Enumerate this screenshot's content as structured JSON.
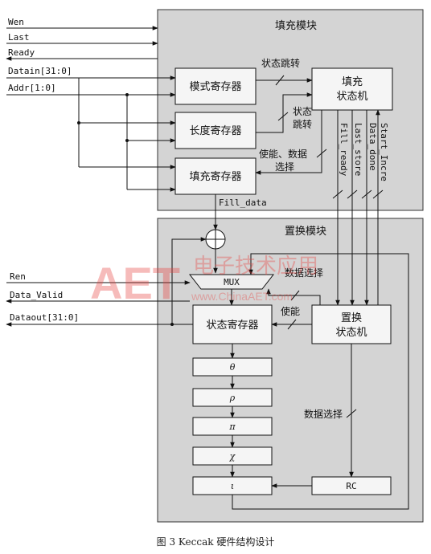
{
  "modules": {
    "fill_title": "填充模块",
    "perm_title": "置换模块"
  },
  "inputs": {
    "wen": "Wen",
    "last": "Last",
    "ready": "Ready",
    "datain": "Datain[31:0]",
    "addr": "Addr[1:0]",
    "ren": "Ren",
    "data_valid": "Data_Valid",
    "dataout": "Dataout[31:0]"
  },
  "fill_blocks": {
    "mode_reg": "模式寄存器",
    "length_reg": "长度寄存器",
    "pad_reg": "填充寄存器",
    "fsm_line1": "填充",
    "fsm_line2": "状态机"
  },
  "perm_blocks": {
    "mux": "MUX",
    "state_reg": "状态寄存器",
    "fsm_line1": "置换",
    "fsm_line2": "状态机",
    "theta": "θ",
    "rho": "ρ",
    "pi": "π",
    "chi": "χ",
    "iota": "ι",
    "rc": "RC"
  },
  "signals": {
    "state_jump": "状态跳转",
    "state_jump_l1": "状态",
    "state_jump_l2": "跳转",
    "enable_select_l1": "使能、数据",
    "enable_select_l2": "选择",
    "fill_data": "Fill_data",
    "fill_ready": "Fill_ready",
    "last_store": "Last_store",
    "data_done": "Data_done",
    "start_incre": "Start_Incre",
    "data_select": "数据选择",
    "enable": "使能",
    "data_select_rc": "数据选择"
  },
  "watermark": {
    "logo": "AET",
    "cn": "电子技术应用",
    "url": "www.ChinaAET.com"
  },
  "caption": "图 3   Keccak 硬件结构设计"
}
